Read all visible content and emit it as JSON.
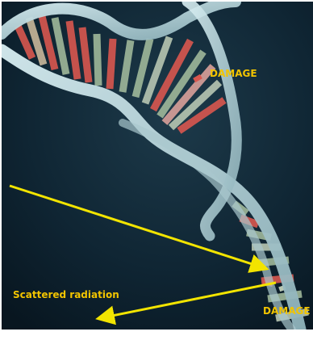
{
  "labels": {
    "damage_top": "DAMAGE",
    "scattered": "Scattered radiation",
    "damage_bottom": "DAMAGE"
  },
  "colors": {
    "background": "#0d2230",
    "strand": "#b9d6dc",
    "arrow": "#f2e400",
    "label": "#f2c400",
    "base_red": "#d9574f",
    "base_green": "#9fb89a"
  }
}
